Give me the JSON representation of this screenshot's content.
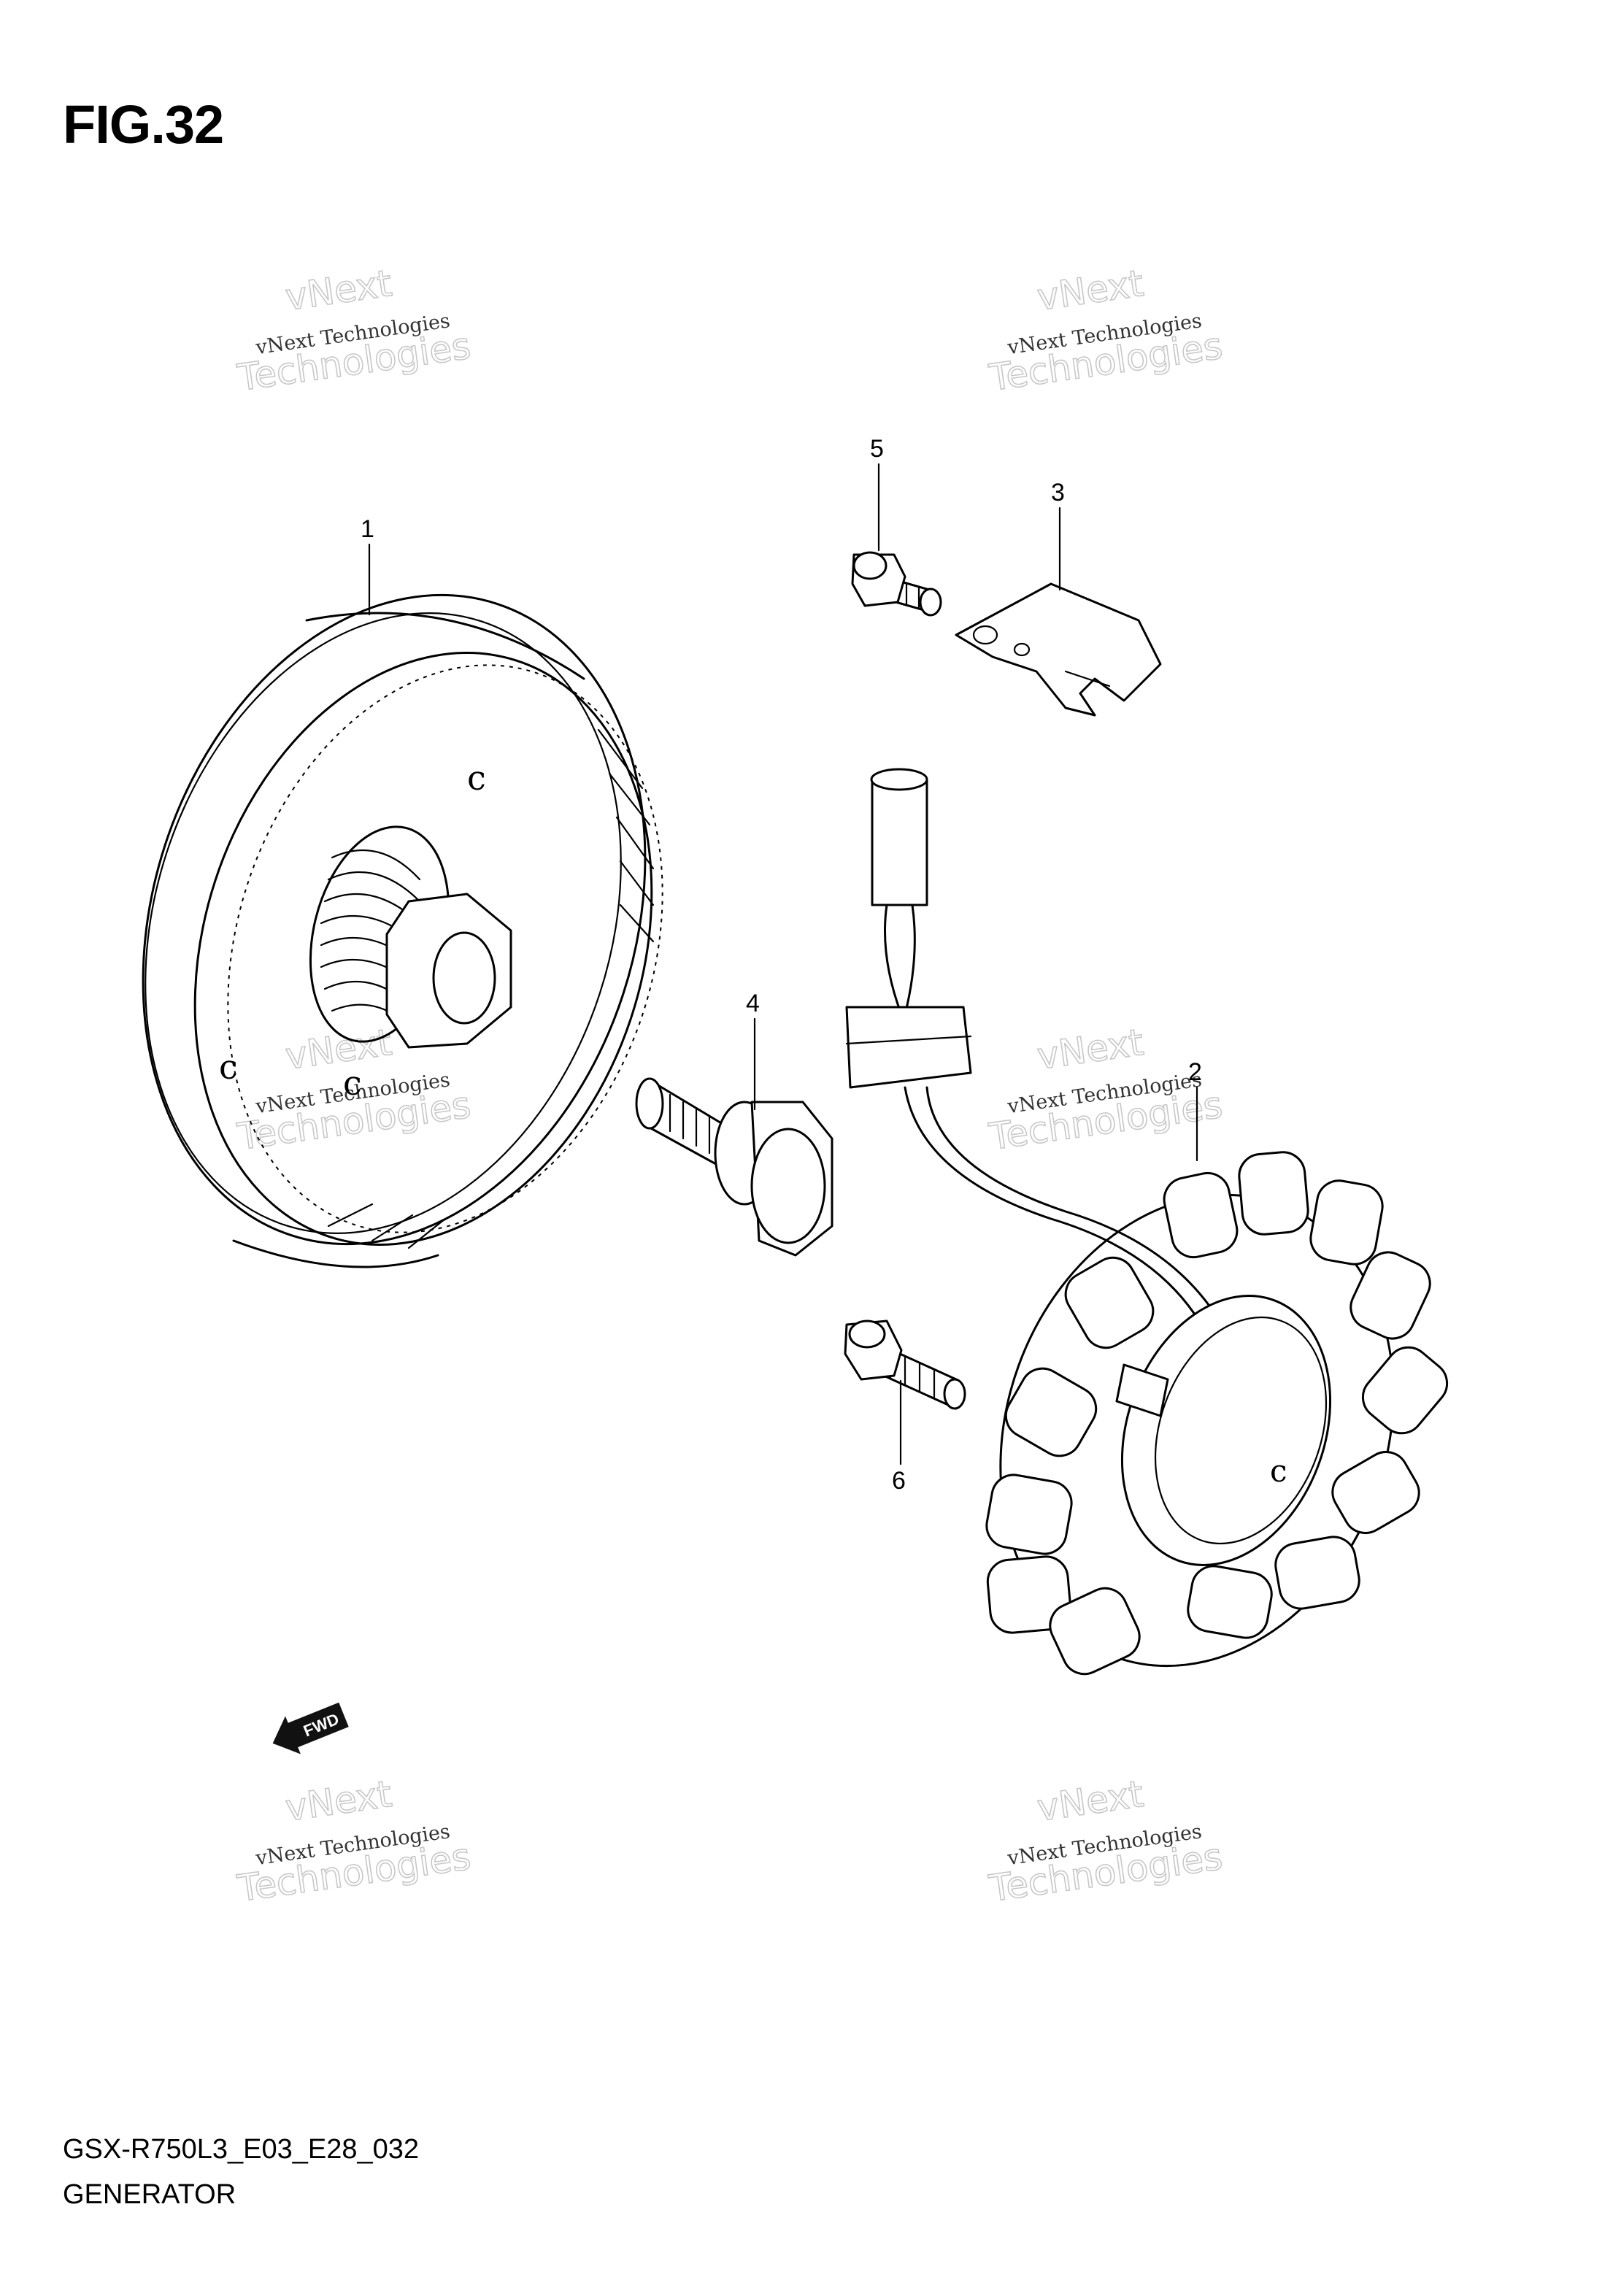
{
  "figure": {
    "title": "FIG.32"
  },
  "watermark": {
    "line1": "vNext Technologies",
    "line2": "vNext",
    "line3": "Technologies"
  },
  "callouts": [
    "1",
    "2",
    "3",
    "4",
    "5",
    "6"
  ],
  "direction_badge": "FWD",
  "footer": {
    "code": "GSX-R750L3_E03_E28_032",
    "name": "GENERATOR"
  }
}
